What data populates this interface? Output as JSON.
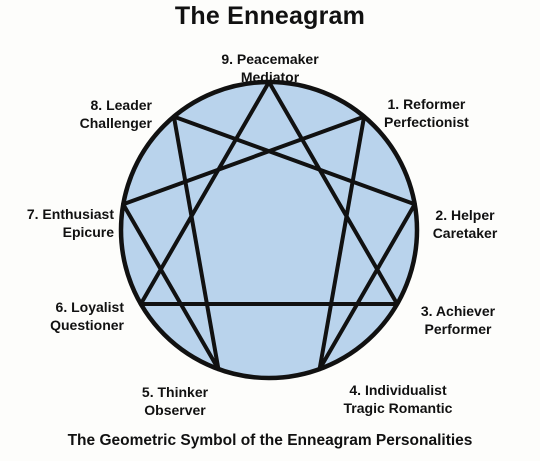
{
  "title": "The Enneagram",
  "subtitle": "The Geometric Symbol of the Enneagram Personalities",
  "colors": {
    "circle_fill": "#b9d3ec",
    "line": "#111111",
    "background": "#fdfdfb"
  },
  "points": [
    {
      "number": 9,
      "name": "9. Peacemaker",
      "role": "Mediator"
    },
    {
      "number": 1,
      "name": "1. Reformer",
      "role": "Perfectionist"
    },
    {
      "number": 2,
      "name": "2. Helper",
      "role": "Caretaker"
    },
    {
      "number": 3,
      "name": "3. Achiever",
      "role": "Performer"
    },
    {
      "number": 4,
      "name": "4. Individualist",
      "role": "Tragic Romantic"
    },
    {
      "number": 5,
      "name": "5. Thinker",
      "role": "Observer"
    },
    {
      "number": 6,
      "name": "6. Loyalist",
      "role": "Questioner"
    },
    {
      "number": 7,
      "name": "7. Enthusiast",
      "role": "Epicure"
    },
    {
      "number": 8,
      "name": "8. Leader",
      "role": "Challenger"
    }
  ],
  "connections": {
    "triangle": [
      9,
      3,
      6
    ],
    "hexad": [
      1,
      4,
      2,
      8,
      5,
      7
    ]
  }
}
